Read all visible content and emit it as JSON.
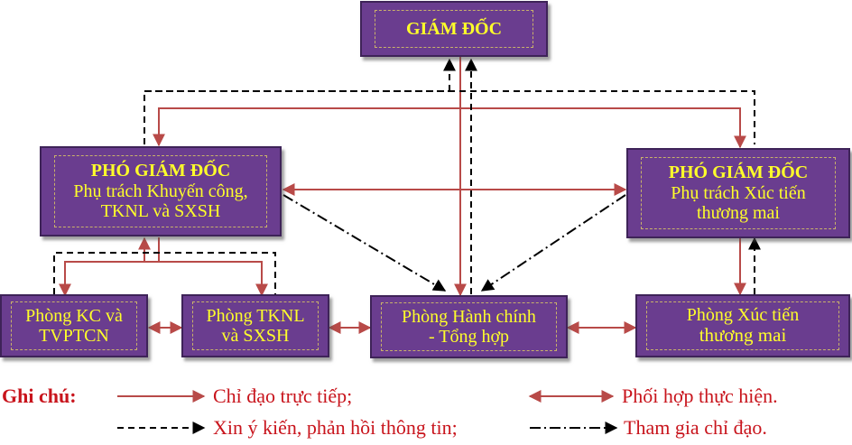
{
  "boxes": {
    "director": {
      "title": "GIÁM ĐỐC"
    },
    "deputy_left": {
      "title": "PHÓ GIÁM ĐỐC",
      "line1": "Phụ trách Khuyến công,",
      "line2": "TKNL và SXSH"
    },
    "deputy_right": {
      "title": "PHÓ GIÁM ĐỐC",
      "line1": "Phụ trách Xúc tiến",
      "line2": "thương mai"
    },
    "dept_kc": {
      "line1": "Phòng KC và",
      "line2": "TVPTCN"
    },
    "dept_tknl": {
      "line1": "Phòng TKNL",
      "line2": "và SXSH"
    },
    "dept_admin": {
      "line1": "Phòng Hành chính",
      "line2": "- Tổng hợp"
    },
    "dept_trade": {
      "line1": "Phòng Xúc tiến",
      "line2": "thương mai"
    }
  },
  "legend": {
    "heading": "Ghi chú:",
    "direct": "Chỉ đạo trực tiếp;",
    "coordinate": "Phối hợp thực hiện.",
    "feedback": "Xin ý kiến, phản hồi thông tin;",
    "participate": "Tham gia chỉ đạo."
  },
  "colors": {
    "box_fill": "#6a3d8f",
    "box_text": "#ffff2a",
    "direct_line": "#b84a48",
    "feedback_line": "#000000",
    "legend_text": "#c8141c"
  }
}
